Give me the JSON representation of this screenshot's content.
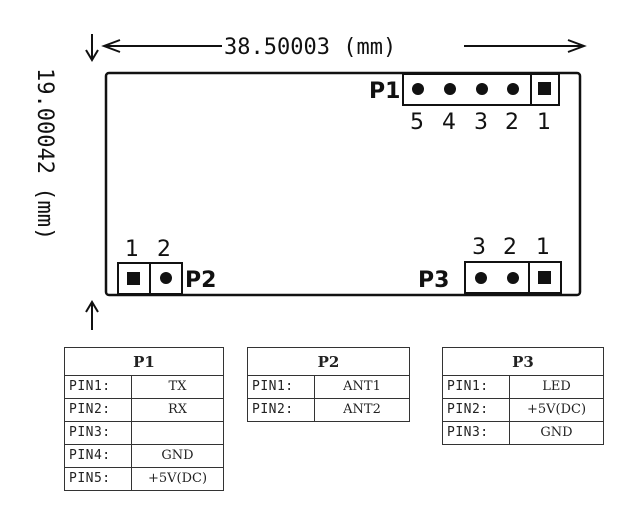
{
  "dimensions": {
    "width_label": "38.50003 (mm)",
    "height_label": "19.00042 (mm)"
  },
  "board": {
    "connectors": [
      {
        "id": "P1",
        "label": "P1",
        "pin_numbers": [
          "5",
          "4",
          "3",
          "2",
          "1"
        ],
        "square_pin": "1"
      },
      {
        "id": "P2",
        "label": "P2",
        "pin_numbers": [
          "1",
          "2"
        ],
        "square_pin": "1"
      },
      {
        "id": "P3",
        "label": "P3",
        "pin_numbers": [
          "3",
          "2",
          "1"
        ],
        "square_pin": "1"
      }
    ]
  },
  "tables": {
    "p1": {
      "title": "P1",
      "rows": [
        {
          "pin": "PIN1:",
          "signal": "TX"
        },
        {
          "pin": "PIN2:",
          "signal": "RX"
        },
        {
          "pin": "PIN3:",
          "signal": ""
        },
        {
          "pin": "PIN4:",
          "signal": "GND"
        },
        {
          "pin": "PIN5:",
          "signal": "+5V(DC)"
        }
      ]
    },
    "p2": {
      "title": "P2",
      "rows": [
        {
          "pin": "PIN1:",
          "signal": "ANT1"
        },
        {
          "pin": "PIN2:",
          "signal": "ANT2"
        }
      ]
    },
    "p3": {
      "title": "P3",
      "rows": [
        {
          "pin": "PIN1:",
          "signal": "LED"
        },
        {
          "pin": "PIN2:",
          "signal": "+5V(DC)"
        },
        {
          "pin": "PIN3:",
          "signal": "GND"
        }
      ]
    }
  }
}
